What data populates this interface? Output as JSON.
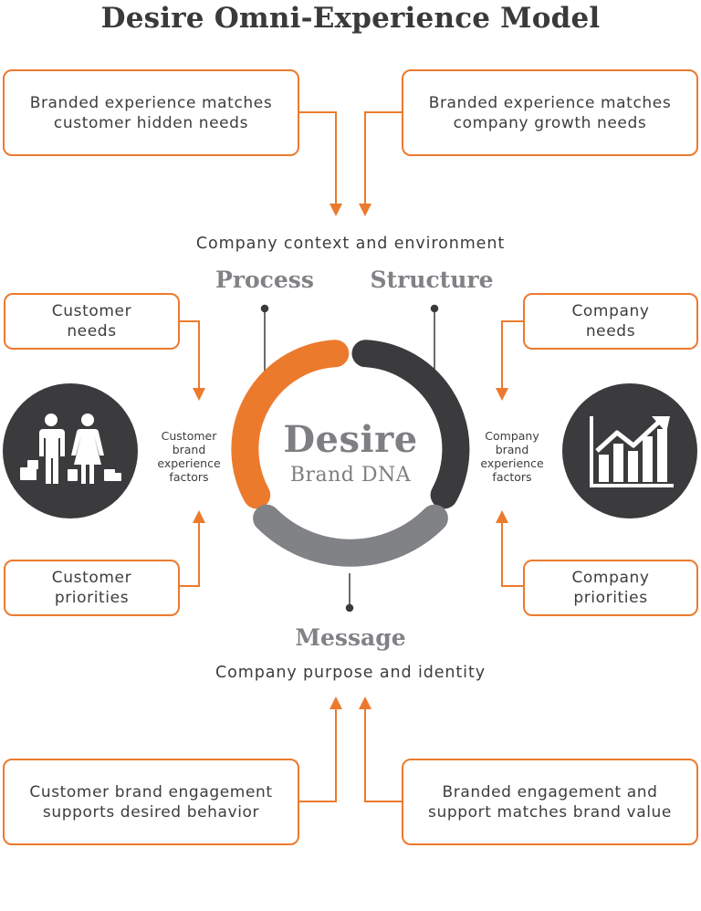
{
  "title": "Desire Omni-Experience Model",
  "boxes": {
    "top_left": [
      "Branded experience matches",
      "customer hidden needs"
    ],
    "top_right": [
      "Branded experience matches",
      "company growth needs"
    ],
    "customer_needs": [
      "Customer",
      "needs"
    ],
    "company_needs": [
      "Company",
      "needs"
    ],
    "customer_priorities": [
      "Customer",
      "priorities"
    ],
    "company_priorities": [
      "Company",
      "priorities"
    ],
    "bottom_left": [
      "Customer brand engagement",
      "supports desired behavior"
    ],
    "bottom_right": [
      "Branded engagement and",
      "support matches brand value"
    ]
  },
  "captions": {
    "top": "Company context and environment",
    "bottom": "Company purpose and identity"
  },
  "segments": {
    "process": "Process",
    "structure": "Structure",
    "message": "Message"
  },
  "center": {
    "main": "Desire",
    "sub": "Brand DNA"
  },
  "side_labels": {
    "customer": [
      "Customer",
      "brand",
      "experience",
      "factors"
    ],
    "company": [
      "Company",
      "brand",
      "experience",
      "factors"
    ]
  },
  "icons": {
    "left": "people-shopping-icon",
    "right": "growth-chart-icon"
  },
  "colors": {
    "accent": "#ec7a2d",
    "dark": "#3b3a3c",
    "gray": "#808285"
  }
}
